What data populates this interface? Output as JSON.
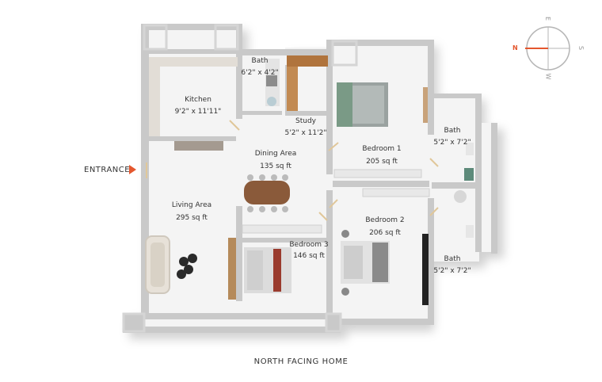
{
  "title": "NORTH FACING HOME",
  "entrance": "ENTRANCE",
  "compass": {
    "n": "N",
    "e": "E",
    "s": "S",
    "w": "W",
    "accent": "#e4572e"
  },
  "rooms": {
    "kitchen": {
      "name": "Kitchen",
      "size": "9'2\" x 11'11\""
    },
    "bath_top": {
      "name": "Bath",
      "size": "6'2\" x 4'2\""
    },
    "study": {
      "name": "Study",
      "size": "5'2\" x 11'2\""
    },
    "dining": {
      "name": "Dining Area",
      "size": "135 sq ft"
    },
    "living": {
      "name": "Living Area",
      "size": "295 sq ft"
    },
    "bedroom1": {
      "name": "Bedroom 1",
      "size": "205 sq ft"
    },
    "bath_right1": {
      "name": "Bath",
      "size": "5'2\" x 7'2\""
    },
    "bedroom2": {
      "name": "Bedroom 2",
      "size": "206 sq ft"
    },
    "bedroom3": {
      "name": "Bedroom 3",
      "size": "146 sq ft"
    },
    "bath_right2": {
      "name": "Bath",
      "size": "5'2\" x 7'2\""
    }
  }
}
